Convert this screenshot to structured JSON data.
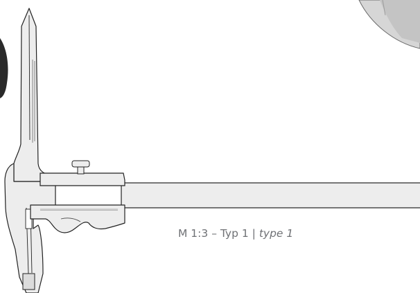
{
  "caption": {
    "scale": "M 1:3",
    "separator": "–",
    "type_de": "Typ 1",
    "divider": "|",
    "type_en": "type 1"
  },
  "colors": {
    "body_fill": "#ededed",
    "outline": "#222222",
    "caption_text": "#6f7175",
    "inset_fill": "#d6d6d6",
    "left_edge_shape": "#2a2a2a"
  }
}
